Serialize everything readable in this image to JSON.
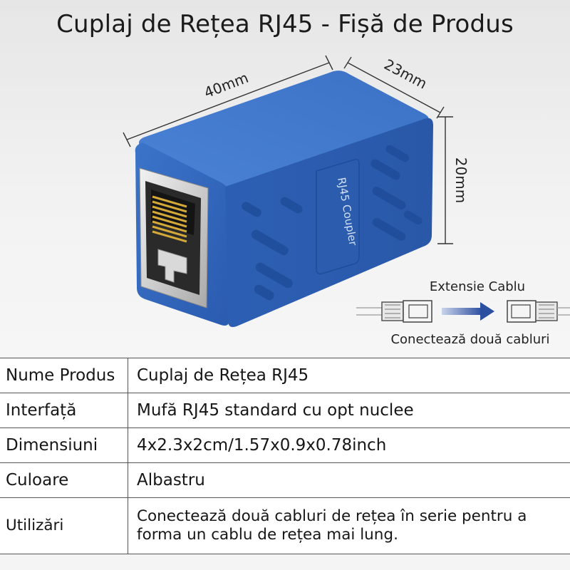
{
  "title": "Cuplaj de Rețea RJ45 - Fișă de Produs",
  "dimensions": {
    "length": "40mm",
    "width": "23mm",
    "height": "20mm"
  },
  "product_marking": "RJ45 Coupler",
  "extension_diagram": {
    "title": "Extensie Cablu",
    "caption": "Conectează două cabluri"
  },
  "colors": {
    "body_blue": "#2f63b8",
    "arrow_blue": "#2d4fa0"
  },
  "specs": [
    {
      "key": "Nume Produs",
      "value": "Cuplaj de Rețea RJ45"
    },
    {
      "key": "Interfață",
      "value": "Mufă RJ45 standard cu opt nuclee"
    },
    {
      "key": "Dimensiuni",
      "value": "4x2.3x2cm/1.57x0.9x0.78inch"
    },
    {
      "key": "Culoare",
      "value": "Albastru"
    },
    {
      "key": "Utilizări",
      "value": "Conectează două cabluri de rețea în serie pentru a forma un cablu de rețea mai lung."
    }
  ]
}
